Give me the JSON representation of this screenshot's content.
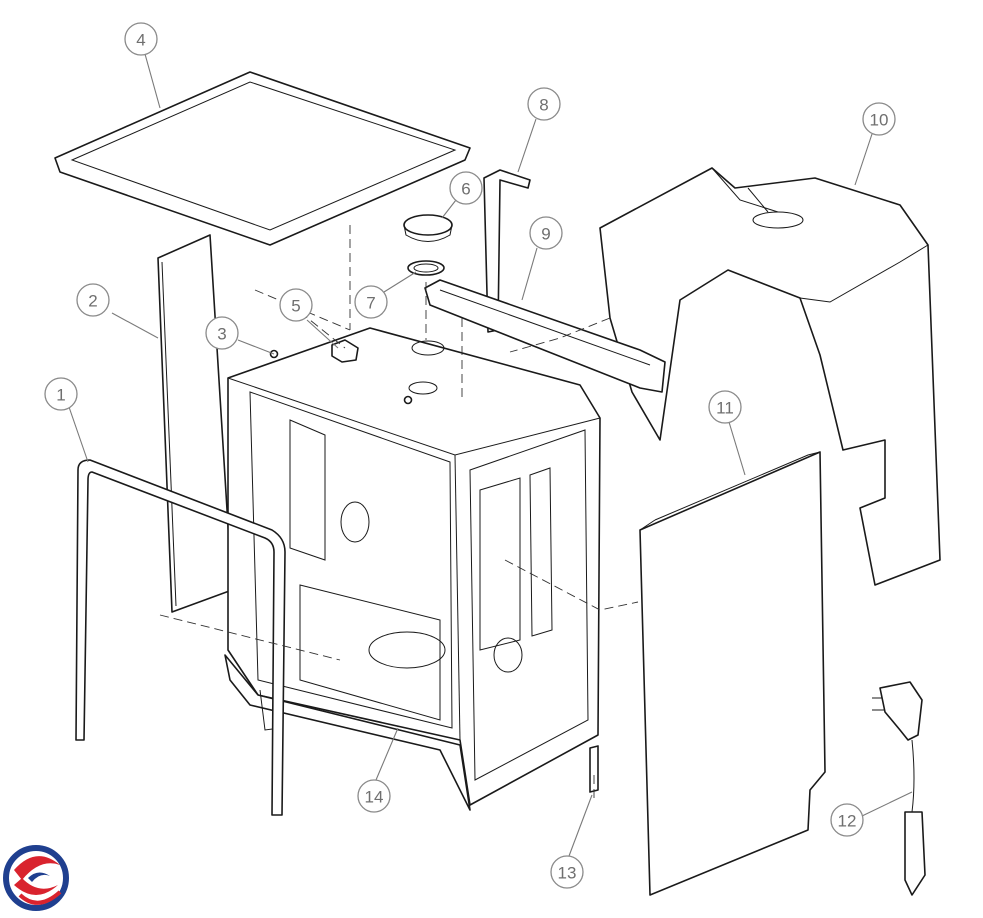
{
  "diagram": {
    "type": "exploded-parts-view",
    "callouts": [
      {
        "number": "1",
        "part": "door-gasket"
      },
      {
        "number": "2",
        "part": "left-side-panel"
      },
      {
        "number": "3",
        "part": "screw"
      },
      {
        "number": "4",
        "part": "top-cover"
      },
      {
        "number": "5",
        "part": "bracket"
      },
      {
        "number": "6",
        "part": "cap"
      },
      {
        "number": "7",
        "part": "ring-seal"
      },
      {
        "number": "8",
        "part": "pipe"
      },
      {
        "number": "9",
        "part": "top-rail"
      },
      {
        "number": "10",
        "part": "insulation-cover"
      },
      {
        "number": "11",
        "part": "right-side-panel"
      },
      {
        "number": "12",
        "part": "power-cord"
      },
      {
        "number": "13",
        "part": "adjustable-foot"
      },
      {
        "number": "14",
        "part": "base"
      }
    ]
  },
  "logo": {
    "icon": "brand-logo-icon",
    "colors": [
      "#d9232e",
      "#1f3f8f"
    ]
  }
}
